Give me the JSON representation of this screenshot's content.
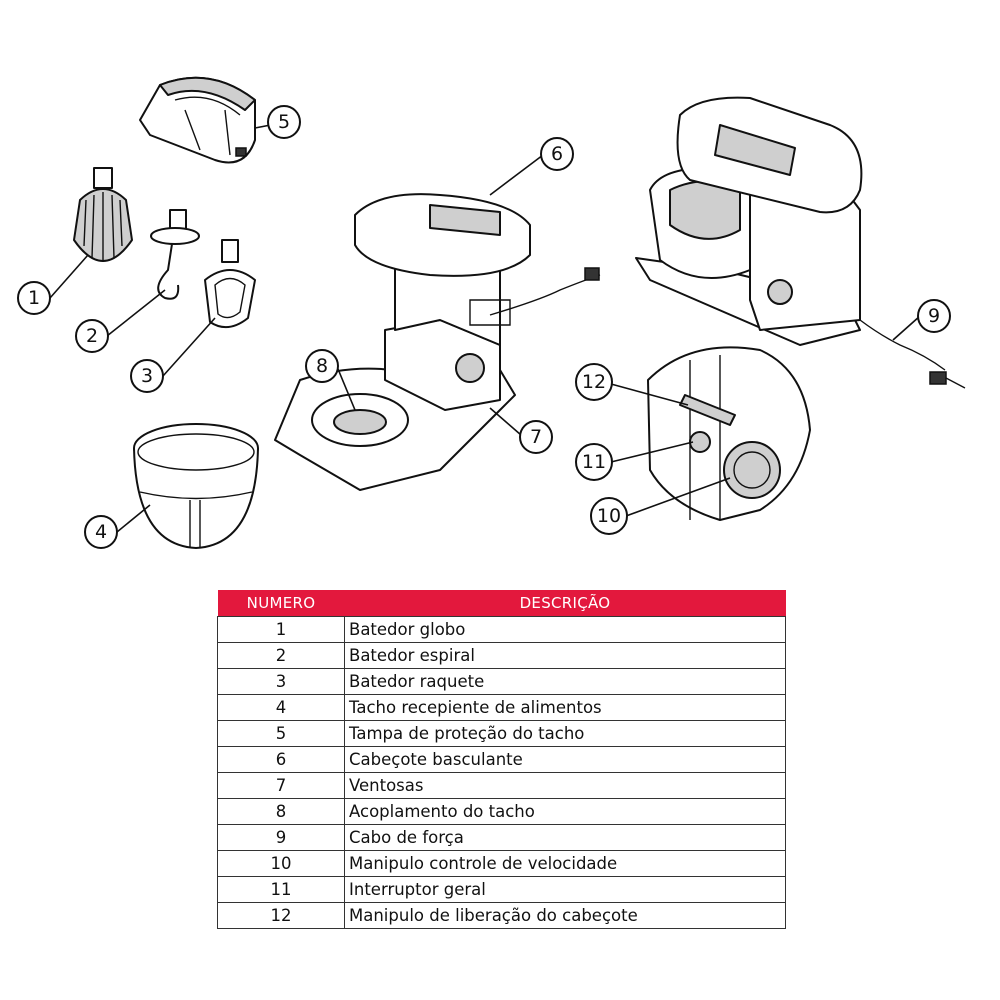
{
  "table": {
    "headers": {
      "number": "NUMERO",
      "description": "DESCRIÇÃO"
    },
    "rows": [
      {
        "number": "1",
        "description": "Batedor globo"
      },
      {
        "number": "2",
        "description": "Batedor espiral"
      },
      {
        "number": "3",
        "description": "Batedor raquete"
      },
      {
        "number": "4",
        "description": "Tacho recepiente de alimentos"
      },
      {
        "number": "5",
        "description": "Tampa de proteção do tacho"
      },
      {
        "number": "6",
        "description": "Cabeçote basculante"
      },
      {
        "number": "7",
        "description": "Ventosas"
      },
      {
        "number": "8",
        "description": "Acoplamento do tacho"
      },
      {
        "number": "9",
        "description": "Cabo de força"
      },
      {
        "number": "10",
        "description": "Manipulo controle de velocidade"
      },
      {
        "number": "11",
        "description": "Interruptor geral"
      },
      {
        "number": "12",
        "description": "Manipulo de liberação do cabeçote"
      }
    ]
  },
  "callouts": [
    "1",
    "2",
    "3",
    "4",
    "5",
    "6",
    "7",
    "8",
    "9",
    "10",
    "11",
    "12"
  ],
  "colors": {
    "header_bg": "#e3183d",
    "header_text": "#ffffff"
  }
}
